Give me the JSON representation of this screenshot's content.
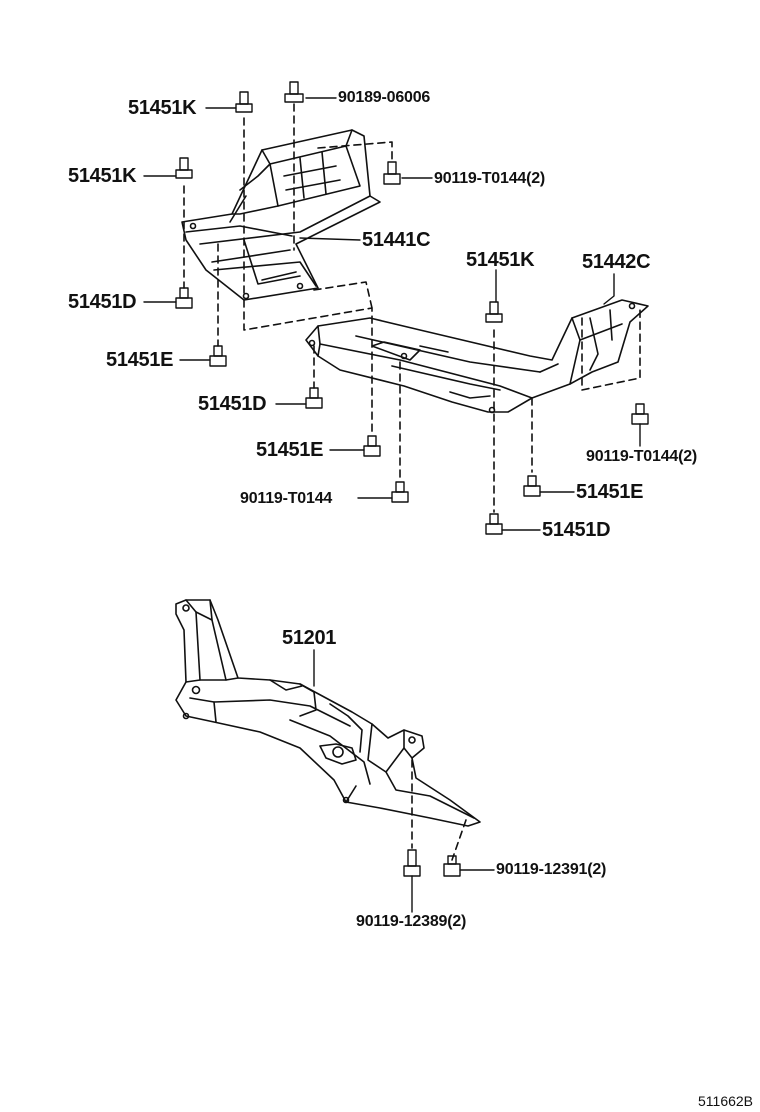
{
  "labels": {
    "p51451K_a": "51451K",
    "p90189_06006": "90189-06006",
    "p51451K_b": "51451K",
    "p90119_T0144_2_a": "90119-T0144(2)",
    "p51441C": "51441C",
    "p51451K_c": "51451K",
    "p51442C": "51442C",
    "p51451D_a": "51451D",
    "p51451E_a": "51451E",
    "p51451D_b": "51451D",
    "p51451E_b": "51451E",
    "p90119_T0144_2_b": "90119-T0144(2)",
    "p51451E_c": "51451E",
    "p90119_T0144": "90119-T0144",
    "p51451D_c": "51451D",
    "p51201": "51201",
    "p90119_12391_2": "90119-12391(2)",
    "p90119_12389_2": "90119-12389(2)"
  },
  "reference_code": "511662B"
}
